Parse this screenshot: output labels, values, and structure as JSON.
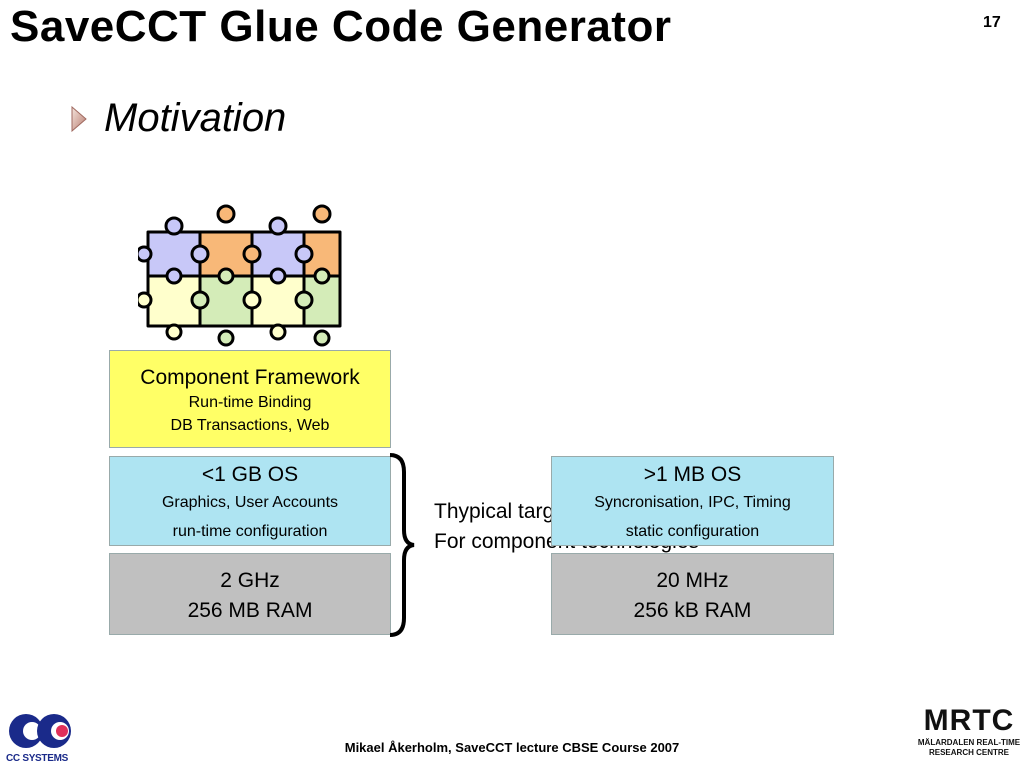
{
  "slide": {
    "title": "SaveCCT Glue Code Generator",
    "page_number": "17",
    "bullet": "Motivation",
    "footer": "Mikael Åkerholm, SaveCCT lecture CBSE Course 2007"
  },
  "framework": {
    "title": "Component Framework",
    "line1": "Run-time Binding",
    "line2": "DB Transactions, Web"
  },
  "left_stack": {
    "os_title": "<1 GB OS",
    "os_line1": "Graphics, User Accounts",
    "os_line2": "run-time configuration",
    "hw_line1": "2 GHz",
    "hw_line2": "256 MB RAM"
  },
  "right_stack": {
    "os_title": ">1 MB OS",
    "os_line1": "Syncronisation, IPC, Timing",
    "os_line2": "static configuration",
    "hw_line1": "20 MHz",
    "hw_line2": "256 kB RAM"
  },
  "note": {
    "line1": "Thypical targets",
    "line2": "For component technologies"
  },
  "logos": {
    "left": "CC SYSTEMS",
    "right_main": "MRTC",
    "right_sub1": "MÄLARDALEN REAL-TIME",
    "right_sub2": "RESEARCH CENTRE"
  },
  "colors": {
    "framework_bg": "#ffff66",
    "os_bg": "#aee4f2",
    "hardware_bg": "#c0c0c0",
    "puzzle_blue": "#c8c8f8",
    "puzzle_orange": "#f8b878",
    "puzzle_yellow": "#ffffcc",
    "puzzle_green": "#d4ecb8"
  },
  "icons": {
    "bullet": "triangle-bullet-icon",
    "puzzle": "puzzle-pieces-icon",
    "brace": "right-curly-brace-icon"
  }
}
